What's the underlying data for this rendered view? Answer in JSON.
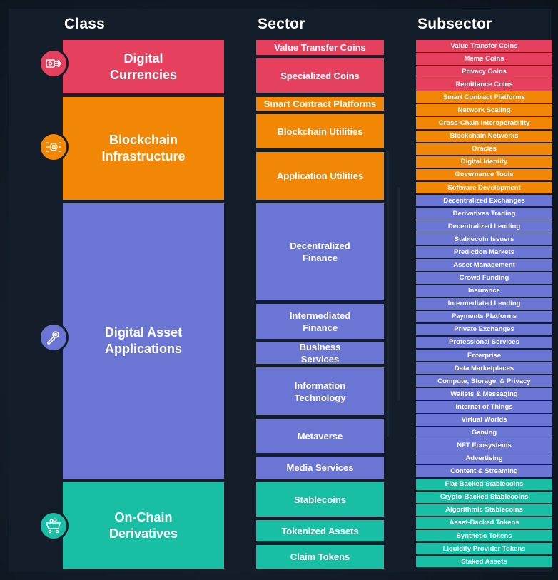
{
  "headers": {
    "class": "Class",
    "sector": "Sector",
    "subsector": "Subsector"
  },
  "colors": {
    "currencies": "#e5405e",
    "infrastructure": "#f28705",
    "applications": "#6b76d4",
    "derivatives": "#19bfa5"
  },
  "classes": [
    {
      "label": "Digital\nCurrencies",
      "icon": "circuit-money-icon"
    },
    {
      "label": "Blockchain\nInfrastructure",
      "icon": "binary-bitcoin-icon"
    },
    {
      "label": "Digital Asset\nApplications",
      "icon": "wrench-gear-icon"
    },
    {
      "label": "On-Chain\nDerivatives",
      "icon": "cart-coins-icon"
    }
  ],
  "sectors": [
    "Value Transfer Coins",
    "Specialized Coins",
    "Smart Contract Platforms",
    "Blockchain Utilities",
    "Application Utilities",
    "Decentralized\nFinance",
    "Intermediated\nFinance",
    "Business\nServices",
    "Information\nTechnology",
    "Metaverse",
    "Media Services",
    "Stablecoins",
    "Tokenized Assets",
    "Claim Tokens"
  ],
  "subsectors": [
    "Value Transfer Coins",
    "Meme Coins",
    "Privacy Coins",
    "Remittance Coins",
    "Smart Contract Platforms",
    "Network Scaling",
    "Cross-Chain Interoperability",
    "Blockchain Networks",
    "Oracles",
    "Digital Identity",
    "Governance Tools",
    "Software Development",
    "Decentralized Exchanges",
    "Derivatives Trading",
    "Decentralized Lending",
    "Stablecoin Issuers",
    "Prediction Markets",
    "Asset Management",
    "Crowd Funding",
    "Insurance",
    "Intermediated Lending",
    "Payments Platforms",
    "Private Exchanges",
    "Professional Services",
    "Enterprise",
    "Data Marketplaces",
    "Compute, Storage, & Privacy",
    "Wallets & Messaging",
    "Internet of Things",
    "Virtual Worlds",
    "Gaming",
    "NFT Ecosystems",
    "Advertising",
    "Content & Streaming",
    "Fiat-Backed Stablecoins",
    "Crypto-Backed Stablecoins",
    "Algorithmic Stablecoins",
    "Asset-Backed Tokens",
    "Synthetic Tokens",
    "Liquidity Provider Tokens",
    "Staked Assets"
  ]
}
